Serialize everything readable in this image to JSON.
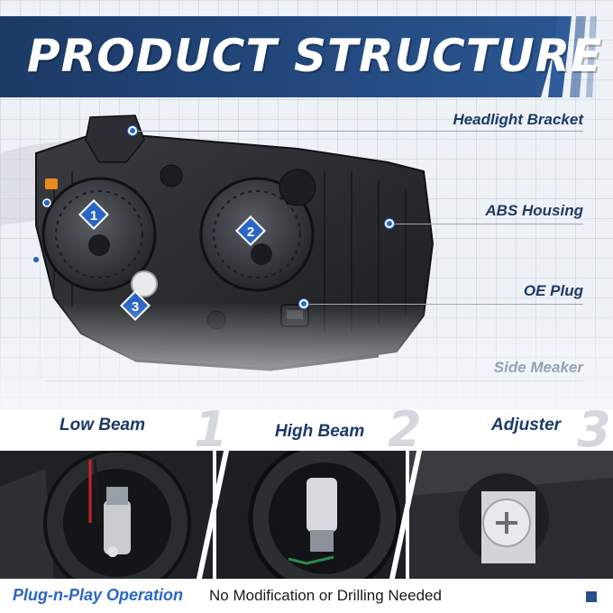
{
  "banner": {
    "title": "PRODUCT STRUCTURE"
  },
  "callouts": [
    {
      "label": "Headlight Bracket"
    },
    {
      "label": "ABS Housing"
    },
    {
      "label": "OE Plug"
    },
    {
      "label": "Side Meaker"
    }
  ],
  "markers": [
    "1",
    "2",
    "3"
  ],
  "features": [
    {
      "label": "Low Beam",
      "number": "1"
    },
    {
      "label": "High Beam",
      "number": "2"
    },
    {
      "label": "Adjuster",
      "number": "3"
    }
  ],
  "footer": {
    "emphasis": "Plug-n-Play Operation",
    "text": "No Modification or Drilling Needed"
  },
  "colors": {
    "brand_navy": "#1c3a66",
    "accent_blue": "#2a66c8",
    "housing_dark": "#2a2c30"
  }
}
